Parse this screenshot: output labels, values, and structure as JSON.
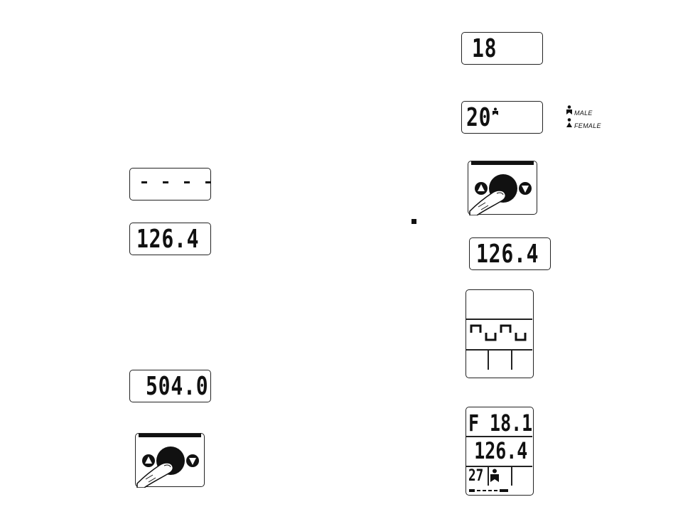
{
  "left_column": {
    "display_dashes": [
      "-",
      "-",
      "-",
      "-"
    ],
    "display_weight": "126.4",
    "display_code": "504.0"
  },
  "right_column": {
    "display_age": "18",
    "display_age_sex": "20",
    "legend": {
      "male": "MALE",
      "female": "FEMALE"
    },
    "display_weight": "126.4",
    "display_result_top": "F 18.1",
    "display_result_mid": "126.4",
    "display_result_age": "27"
  },
  "icons": [
    "male-icon",
    "female-icon",
    "finger-press-icon",
    "up-arrow-icon",
    "down-arrow-icon",
    "bullet-square-icon"
  ]
}
